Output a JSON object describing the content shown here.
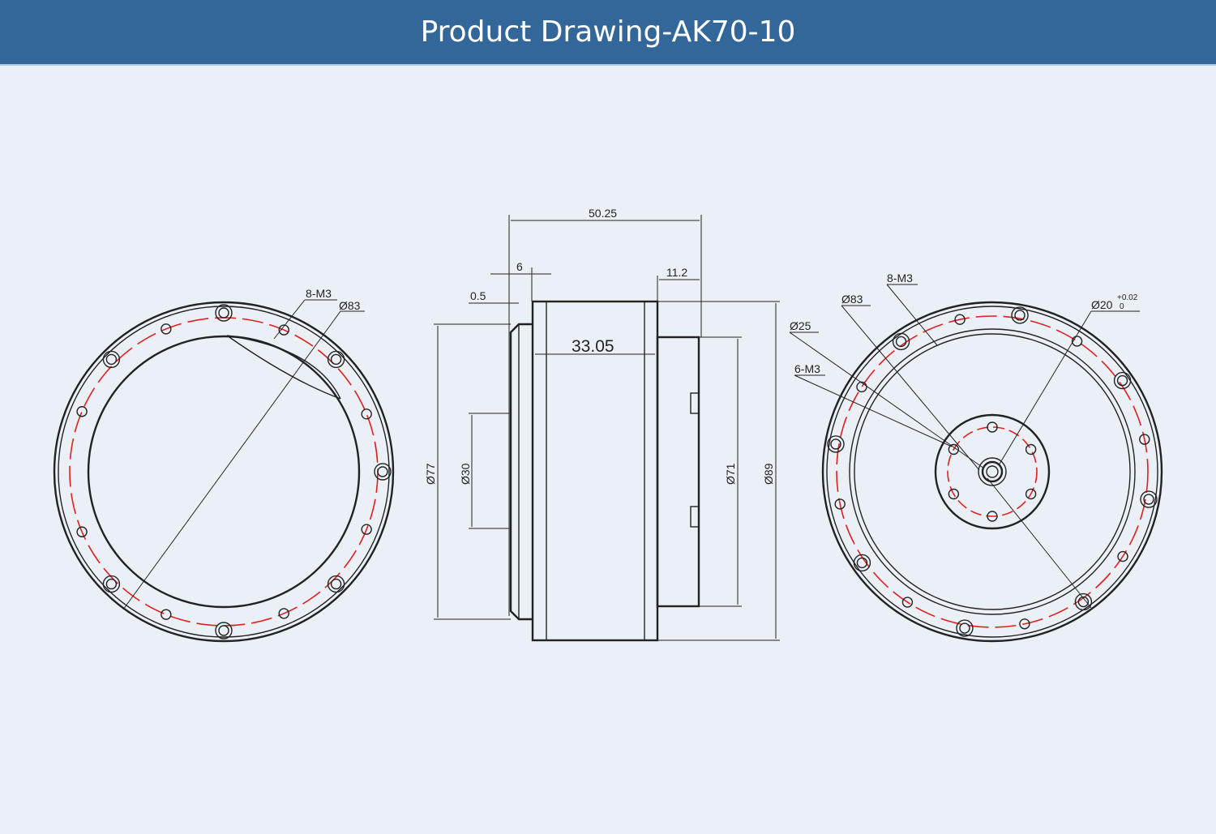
{
  "header": {
    "title": "Product Drawing-AK70-10"
  },
  "drawing": {
    "front_view": {
      "bolt_label": "8-M3",
      "pcd_label": "Ø83"
    },
    "side_view": {
      "overall_length": "50.25",
      "flange_width": "6",
      "offset": "0.5",
      "rear_length": "11.2",
      "body_length": "33.05",
      "dia_77": "Ø77",
      "dia_30": "Ø30",
      "dia_71": "Ø71",
      "dia_89": "Ø89"
    },
    "rear_view": {
      "bolt_label": "8-M3",
      "pcd_label": "Ø83",
      "hub_label": "Ø25",
      "hub_bolt_label": "6-M3",
      "shaft_label": "Ø20",
      "tol_upper": "+0.02",
      "tol_lower": "0"
    }
  },
  "colors": {
    "header_bg": "#336699",
    "background": "#ebf0f6",
    "centerline": "#e02020"
  }
}
